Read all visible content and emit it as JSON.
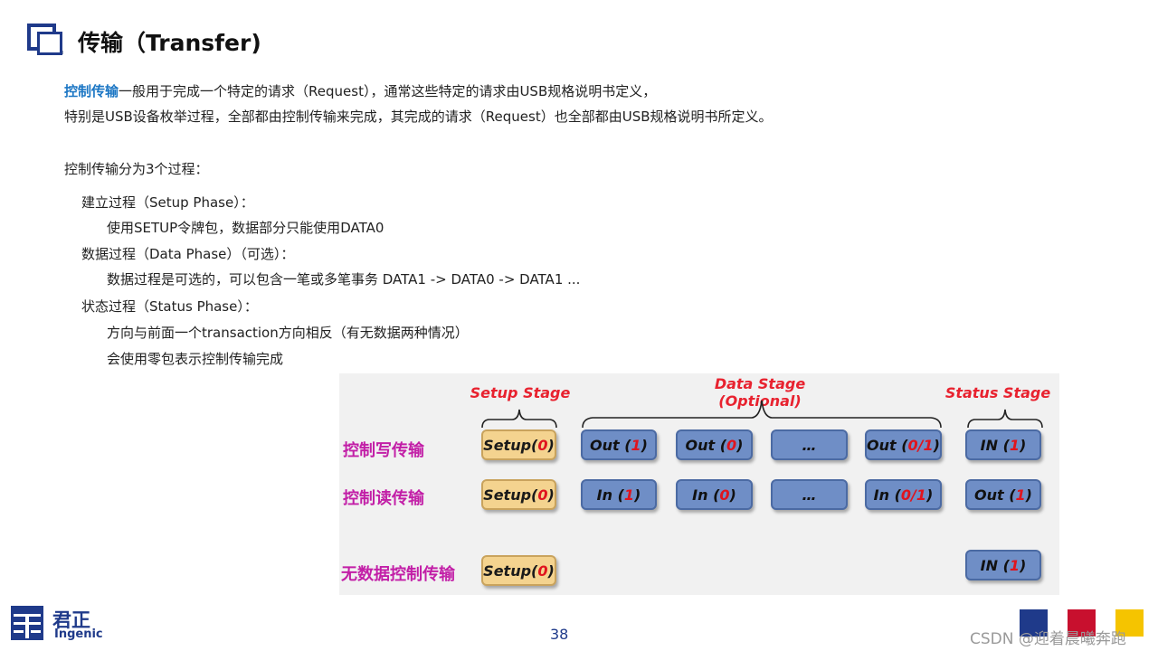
{
  "header": {
    "title": "传输（Transfer)"
  },
  "intro": {
    "highlight": "控制传输",
    "line1_rest": "一般用于完成一个特定的请求（Request），通常这些特定的请求由USB规格说明书定义，",
    "line2": "特别是USB设备枚举过程，全部都由控制传输来完成，其完成的请求（Request）也全部都由USB规格说明书所定义。"
  },
  "phases": {
    "heading": "控制传输分为3个过程：",
    "setup_title": "建立过程（Setup Phase）：",
    "setup_desc": "使用SETUP令牌包，数据部分只能使用DATA0",
    "data_title": "数据过程（Data Phase）（可选）：",
    "data_desc": "数据过程是可选的，可以包含一笔或多笔事务  DATA1 -> DATA0 -> DATA1 ...",
    "status_title": "状态过程（Status Phase）：",
    "status_desc1": "方向与前面一个transaction方向相反（有无数据两种情况）",
    "status_desc2": "会使用零包表示控制传输完成"
  },
  "diagram": {
    "setup_stage": "Setup Stage",
    "data_stage_l1": "Data Stage",
    "data_stage_l2": "(Optional)",
    "status_stage": "Status Stage",
    "rows": {
      "write_label": "控制写传输",
      "read_label": "控制读传输",
      "nodata_label": "无数据控制传输"
    },
    "boxes": {
      "setup_name": "Setup",
      "setup_val": "0",
      "out": "Out",
      "in_upper": "IN",
      "in_mixed": "In",
      "ellipsis": "…",
      "v1": "1",
      "v0": "0",
      "v01": "0/1"
    },
    "colors": {
      "stage_label": "#e8222f",
      "row_label": "#c21fa7",
      "setup_box": "#f4d38f",
      "data_box": "#6f8ec6"
    }
  },
  "footer": {
    "brand_cn": "君正",
    "brand_en": "Ingenic",
    "page_number": "38",
    "watermark": "CSDN @迎着晨曦奔跑",
    "square_colors": [
      "#1f3a8a",
      "#c8102e",
      "#f5c400"
    ]
  }
}
